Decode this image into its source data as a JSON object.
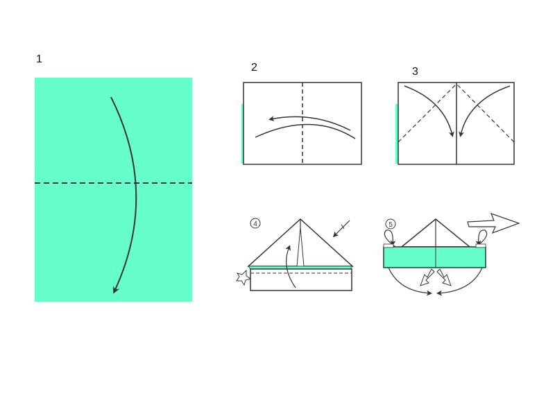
{
  "steps": [
    {
      "number": "1",
      "action": "fold-down"
    },
    {
      "number": "2",
      "action": "fold-left"
    },
    {
      "number": "3",
      "action": "fold-corners-to-center"
    },
    {
      "number": "4",
      "action": "fold-bottom-flap-up-turn-over"
    },
    {
      "number": "5",
      "action": "fold-ends-back-pull-open"
    }
  ],
  "circled_numbers": {
    "step4": "4",
    "step5": "5"
  },
  "colors": {
    "paper": "#66ffcc",
    "line": "#333333",
    "background": "#ffffff"
  }
}
